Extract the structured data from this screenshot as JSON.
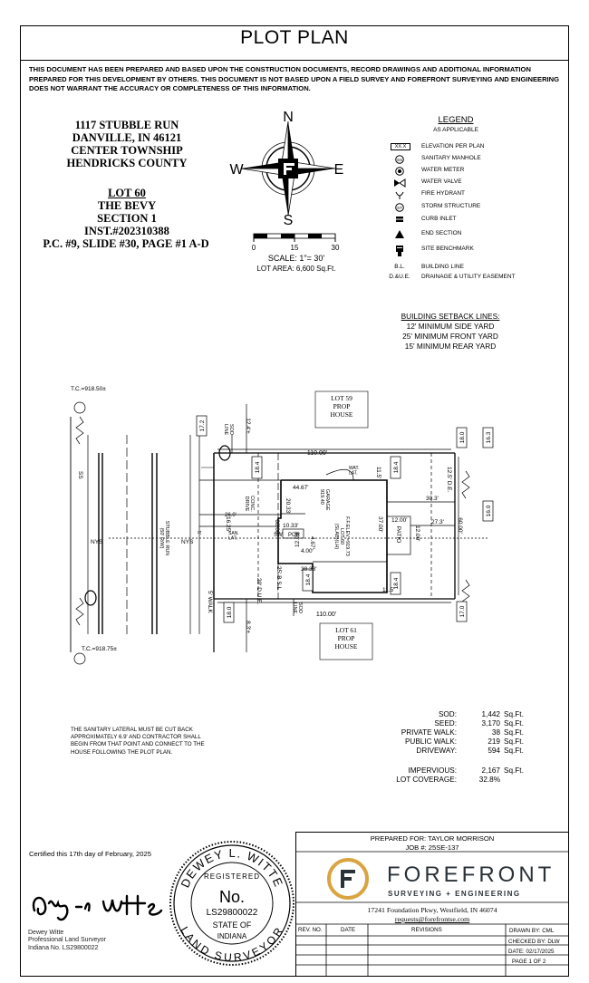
{
  "header": {
    "title": "PLOT PLAN",
    "disclaimer": "THIS DOCUMENT HAS BEEN PREPARED AND BASED UPON THE CONSTRUCTION DOCUMENTS, RECORD DRAWINGS AND ADDITIONAL INFORMATION PREPARED FOR THIS DEVELOPMENT BY OTHERS. THIS DOCUMENT IS NOT BASED UPON A FIELD SURVEY AND FOREFRONT SURVEYING AND ENGINEERING DOES NOT WARRANT THE ACCURACY OR COMPLETENESS OF THIS INFORMATION."
  },
  "address": {
    "line1": "1117 STUBBLE RUN",
    "line2": "DANVILLE, IN 46121",
    "line3": "CENTER TOWNSHIP",
    "line4": "HENDRICKS COUNTY"
  },
  "lot": {
    "line1": "LOT 60",
    "line2": "THE BEVY",
    "line3": "SECTION 1",
    "line4": "INST.#202310388",
    "line5": "P.C. #9, SLIDE #30, PAGE #1 A-D"
  },
  "compass": {
    "n": "N",
    "e": "E",
    "s": "S",
    "w": "W"
  },
  "scale": {
    "tick0": "0",
    "tick1": "15",
    "tick2": "30",
    "label": "SCALE:  1\"=  30'",
    "lot_area": "LOT AREA: 6,600 Sq.Ft."
  },
  "legend": {
    "title": "LEGEND",
    "subtitle": "AS APPLICABLE",
    "items": [
      {
        "symbol": "XX.X",
        "label": "ELEVATION PER PLAN"
      },
      {
        "symbol": "SS",
        "label": "SANITARY MANHOLE"
      },
      {
        "symbol": "water-meter-icon",
        "label": "WATER METER"
      },
      {
        "symbol": "water-valve-icon",
        "label": "WATER VALVE"
      },
      {
        "symbol": "fire-hydrant-icon",
        "label": "FIRE HYDRANT"
      },
      {
        "symbol": "ST",
        "label": "STORM STRUCTURE"
      },
      {
        "symbol": "curb-inlet-icon",
        "label": "CURB INLET"
      },
      {
        "symbol": "end-section-icon",
        "label": "END SECTION"
      },
      {
        "symbol": "site-benchmark-icon",
        "label": "SITE BENCHMARK"
      },
      {
        "symbol": "B.L.",
        "label": "BUILDING LINE"
      },
      {
        "symbol": "D.&U.E.",
        "label": "DRAINAGE & UTILITY EASEMENT"
      }
    ]
  },
  "setbacks": {
    "title": "BUILDING SETBACK LINES:",
    "side": "12' MINIMUM SIDE YARD",
    "front": "25' MINIMUM FRONT YARD",
    "rear": "15' MINIMUM REAR YARD"
  },
  "plan": {
    "tc_top": "T.C.=918.50±",
    "tc_bottom": "T.C.=918.75±",
    "lot59": "LOT 59\nPROP\nHOUSE",
    "lot61": "LOT 61\nPROP\nHOUSE",
    "street": "STUBBLE RUN\n(50' R/W)",
    "nys": "NYS",
    "ss": "SS",
    "walk": "5' WALK",
    "dim_top": "110.00'",
    "dim_bottom": "110.00'",
    "dim_rear": "60.00'",
    "elev_17_2": "17.2",
    "elev_18_4a": "18.4",
    "elev_18_4b": "18.4",
    "elev_18_4c": "18.4",
    "elev_18_4d": "18.4",
    "elev_18_0a": "18.0",
    "elev_16_3": "16.3",
    "elev_16_0": "16.0",
    "elev_17_0": "17.0",
    "elev_18_0b": "18.0",
    "dist_12_4": "12.4'±",
    "dist_8_3": "8.3'±",
    "dim_60_front": "60.00'",
    "drive_width": "16.25'",
    "conc_drive": "CONC.\nDRIVE",
    "drive_len": "26.0'",
    "house_44": "44.67'",
    "house_20": "20.33'",
    "house_10": "10.33'",
    "house_38": "38.33'",
    "house_37": "37.00'",
    "house_4": "4.00'",
    "house_4_67": "4.67'",
    "house_12": "12.00'",
    "garage": "GARAGE\n919.40",
    "ffe": "F.F.ELEV.=919.73\nLOT 60\n(SLAB)(LH)",
    "patio": "PATIO",
    "patio_12a": "12.00'",
    "patio_12b": "12.00'",
    "dist_30_3": "30.3'",
    "dist_27_3": "27.3'",
    "side_11_5a": "11.5'",
    "side_11_5b": "11.5'",
    "rear_de": "12.5' D.E.",
    "front_due": "20' D.U.E.",
    "bsl": "25' B.S.L.",
    "sod_top": "SOD\nLINE",
    "sod_bottom": "SOD\nLINE",
    "wat_lat": "WAT.\nLAT.",
    "san_lat": "SAN.\nLAT.",
    "sw": "SW",
    "por": "POR",
    "setback_5": "5'"
  },
  "note": "THE SANITARY LATERAL MUST BE CUT BACK APPROXIMATELY 6.9' AND CONTRACTOR SHALL BEGIN FROM THAT POINT AND CONNECT TO THE HOUSE FOLLOWING THE PLOT PLAN.",
  "quantities": [
    {
      "label": "SOD:",
      "value": "1,442",
      "unit": "Sq.Ft."
    },
    {
      "label": "SEED:",
      "value": "3,170",
      "unit": "Sq.Ft."
    },
    {
      "label": "PRIVATE WALK:",
      "value": "38",
      "unit": "Sq.Ft."
    },
    {
      "label": "PUBLIC WALK:",
      "value": "219",
      "unit": "Sq.Ft."
    },
    {
      "label": "DRIVEWAY:",
      "value": "594",
      "unit": "Sq.Ft."
    },
    {
      "label": "IMPERVIOUS:",
      "value": "2,167",
      "unit": "Sq.Ft."
    },
    {
      "label": "LOT COVERAGE:",
      "value": "32.8%",
      "unit": ""
    }
  ],
  "certification": {
    "certified": "Certified this 17th day of February, 2025",
    "name": "Dewey Witte",
    "title": "Professional Land Surveyor",
    "license": "Indiana No. LS29800022"
  },
  "seal": {
    "top": "DEWEY L. WITTE",
    "registered": "REGISTERED",
    "no": "No.",
    "number": "LS29800022",
    "state_of": "STATE OF",
    "state": "INDIANA",
    "bottom": "LAND SURVEYOR"
  },
  "title_block": {
    "prepared_for": "PREPARED FOR: TAYLOR MORRISON",
    "job": "JOB #: 25SE-137",
    "company": "FOREFRONT",
    "tagline": "SURVEYING + ENGINEERING",
    "address": "17241 Foundation Pkwy, Westfield, IN 46074",
    "email": "requests@forefrontse.com",
    "rev_no": "REV. NO.",
    "date": "DATE",
    "revisions": "REVISIONS",
    "drawn_by": "DRAWN BY: CML",
    "checked_by": "CHECKED BY: DLW",
    "date_val": "DATE: 02/17/2025",
    "page": "PAGE 1 OF 2"
  },
  "colors": {
    "logo_gold": "#d9a441",
    "logo_dark": "#2a3238"
  }
}
